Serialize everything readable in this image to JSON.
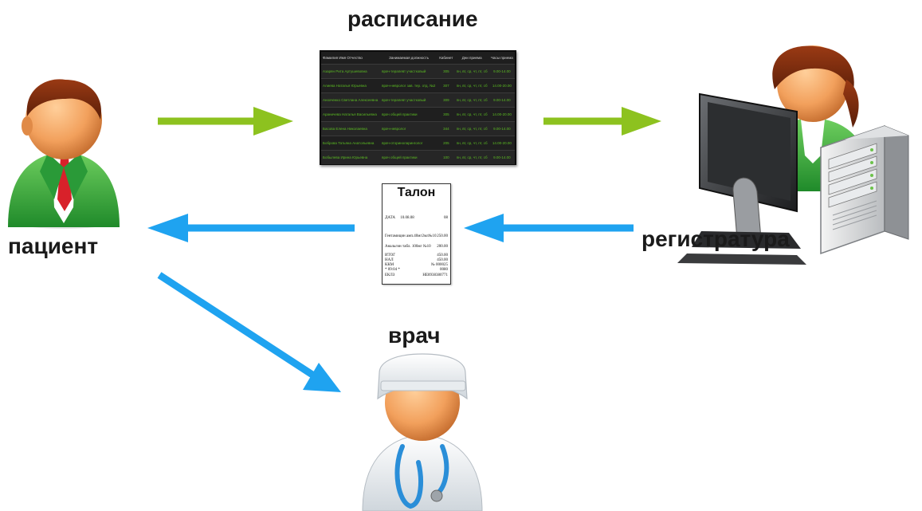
{
  "labels": {
    "schedule": "расписание",
    "patient": "пациент",
    "registry": "регистратура",
    "doctor": "врач"
  },
  "schedule_board": {
    "headers": [
      "Фамилия Имя Отчество",
      "Занимаемая должность",
      "Кабинет",
      "Дни приема",
      "Часы приема"
    ],
    "rows": [
      [
        "Азарян Рита Артушевовна",
        "врач-терапевт участковый",
        "305",
        "пн, вт, ср, чт, пт, сб",
        "9.00-14.00"
      ],
      [
        "Алиева Наталья Юрьевна",
        "врач-невролог зав. тер. отд. №2",
        "307",
        "пн, вт, ср, чт, пт, сб",
        "14.00-20.00"
      ],
      [
        "Анохченко Светлана Алексеевна",
        "врач-терапевт участковый",
        "309",
        "пн, вт, ср, чт, пт, сб",
        "9.00-14.00"
      ],
      [
        "Араничева Наталья Васильевна",
        "врач общей практики",
        "305",
        "пн, вт, ср, чт, пт, сб",
        "14.00-20.00"
      ],
      [
        "Басова Елена Николаевна",
        "врач-невролог",
        "344",
        "пн, вт, ср, чт, пт, сб",
        "9.00-14.00"
      ],
      [
        "Боброва Татьяна Анатольевна",
        "врач-оториноларинголог",
        "205",
        "пн, вт, ср, чт, пт, сб",
        "14.00-20.00"
      ],
      [
        "Бобылева Ирина Юрьевна",
        "врач общей практики",
        "100",
        "пн, вт, ср, чт, пт, сб",
        "9.00-14.00"
      ]
    ]
  },
  "ticket": {
    "title": "Талон",
    "date_label": "ДАТА",
    "date": "10.08.08",
    "date_suffix": "08",
    "line1_text": "Гентамицин амп.40мг2мл№10",
    "line1_value": "250.00",
    "line2_text": "Анальгин табл. 100мг №10",
    "line2_value": "200.00",
    "total_label": "ИТОГ",
    "total_value": "450.00",
    "cash_label": "НАЛ",
    "cash_value": "450.00",
    "kkm_label": "ККМ",
    "kkm_no": "№ 000025",
    "time_text": "* 09:04 *",
    "time_value": "0080",
    "reg_label": "ЕКЛЗ",
    "reg_value": "НЕ8938380771"
  },
  "colors": {
    "green_arrow": "#8dc21f",
    "blue_arrow": "#1fa3f0",
    "board_bg": "#1e1e1e",
    "board_text": "#5bbb22"
  },
  "icons": {
    "patient": "patient-person-icon",
    "registry": "registrar-computer-icon",
    "doctor": "doctor-icon"
  }
}
